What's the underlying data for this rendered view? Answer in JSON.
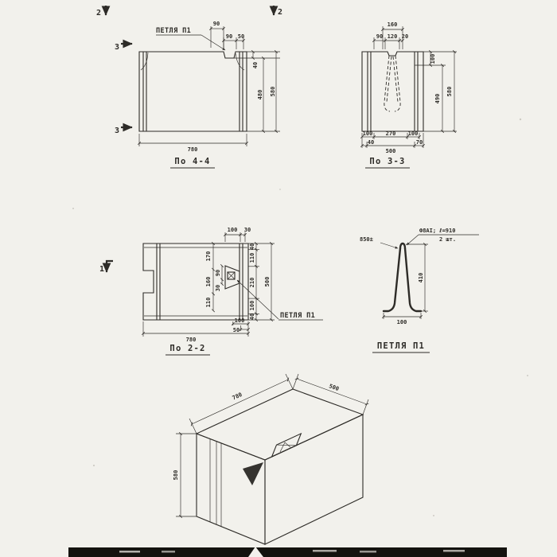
{
  "page": {
    "background": "#f2f1ec",
    "ink": "#2d2b27"
  },
  "section_4_4": {
    "title": "По 4-4",
    "loop_label": "ПЕТЛЯ П1",
    "cut_marker_2_left": "2",
    "cut_marker_2_right": "2",
    "cut_marker_3_top": "3",
    "cut_marker_3_bottom": "3",
    "dims": {
      "top_outer_90": "90",
      "notch_90": "90",
      "notch_50": "50",
      "depth_40": "40",
      "height_480": "480",
      "height_580": "580",
      "width_780": "780"
    }
  },
  "section_3_3": {
    "title": "По 3-3",
    "dims": {
      "top_160": "160",
      "top_90": "90",
      "top_120": "120",
      "top_20": "20",
      "right_100": "100",
      "right_490": "490",
      "right_580": "580",
      "bottom_100_left": "100",
      "bottom_270": "270",
      "bottom_100_right": "100",
      "bottom_40": "40",
      "bottom_500": "500",
      "bottom_70": "70"
    }
  },
  "section_2_2": {
    "title": "По 2-2",
    "loop_label": "ПЕТЛЯ П1",
    "cut_marker_1": "1",
    "dims": {
      "top_100": "100",
      "top_30": "30",
      "inner_170": "170",
      "inner_160": "160",
      "inner_110": "110",
      "inner_90": "90",
      "inner_30": "30",
      "right_40_top": "40",
      "right_110": "110",
      "right_210": "210",
      "right_100": "100",
      "right_40_bottom": "40",
      "right_500": "500",
      "bottom_100": "100",
      "bottom_50": "50",
      "width_780": "780"
    }
  },
  "loop_detail": {
    "title": "ПЕТЛЯ П1",
    "spec": "Ф8АI; ℓ=910",
    "quantity": "2 шт.",
    "dim_850": "850±",
    "dim_410": "410",
    "dim_100": "100"
  },
  "isometric": {
    "dim_780": "780",
    "dim_500": "500",
    "dim_580": "580"
  }
}
